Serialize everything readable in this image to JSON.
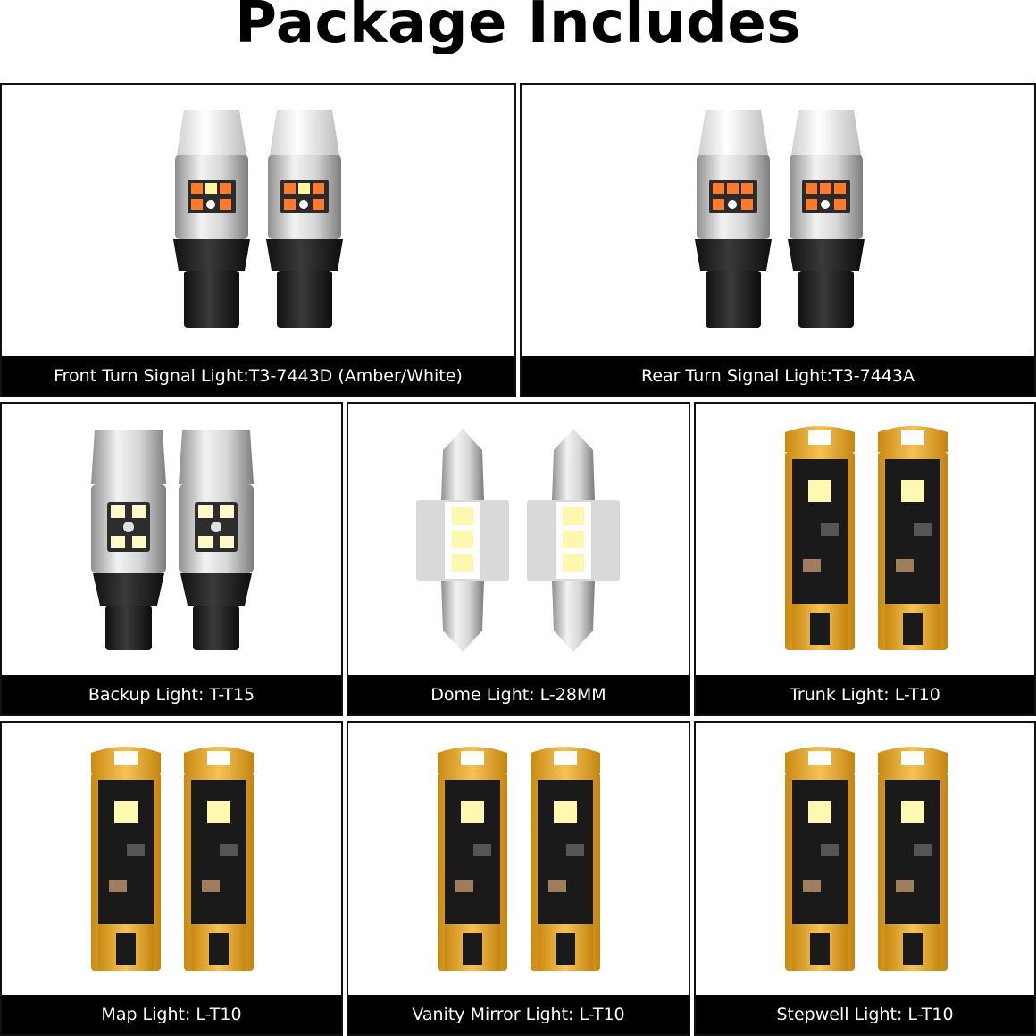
{
  "title": "Package Includes",
  "products": [
    {
      "label": "Front Turn Signal Light:T3-7443D (Amber/White)",
      "icon": "t3-7443-amber-white-bulb-icon"
    },
    {
      "label": "Rear Turn Signal Light:T3-7443A",
      "icon": "t3-7443-amber-bulb-icon"
    },
    {
      "label": "Backup Light: T-T15",
      "icon": "t15-backup-bulb-icon"
    },
    {
      "label": "Dome Light: L-28MM",
      "icon": "festoon-dome-bulb-icon"
    },
    {
      "label": "Trunk Light: L-T10",
      "icon": "t10-wedge-bulb-icon"
    },
    {
      "label": "Map Light: L-T10",
      "icon": "t10-wedge-bulb-icon"
    },
    {
      "label": "Vanity Mirror Light: L-T10",
      "icon": "t10-wedge-bulb-icon"
    },
    {
      "label": "Stepwell Light: L-T10",
      "icon": "t10-wedge-bulb-icon"
    }
  ]
}
